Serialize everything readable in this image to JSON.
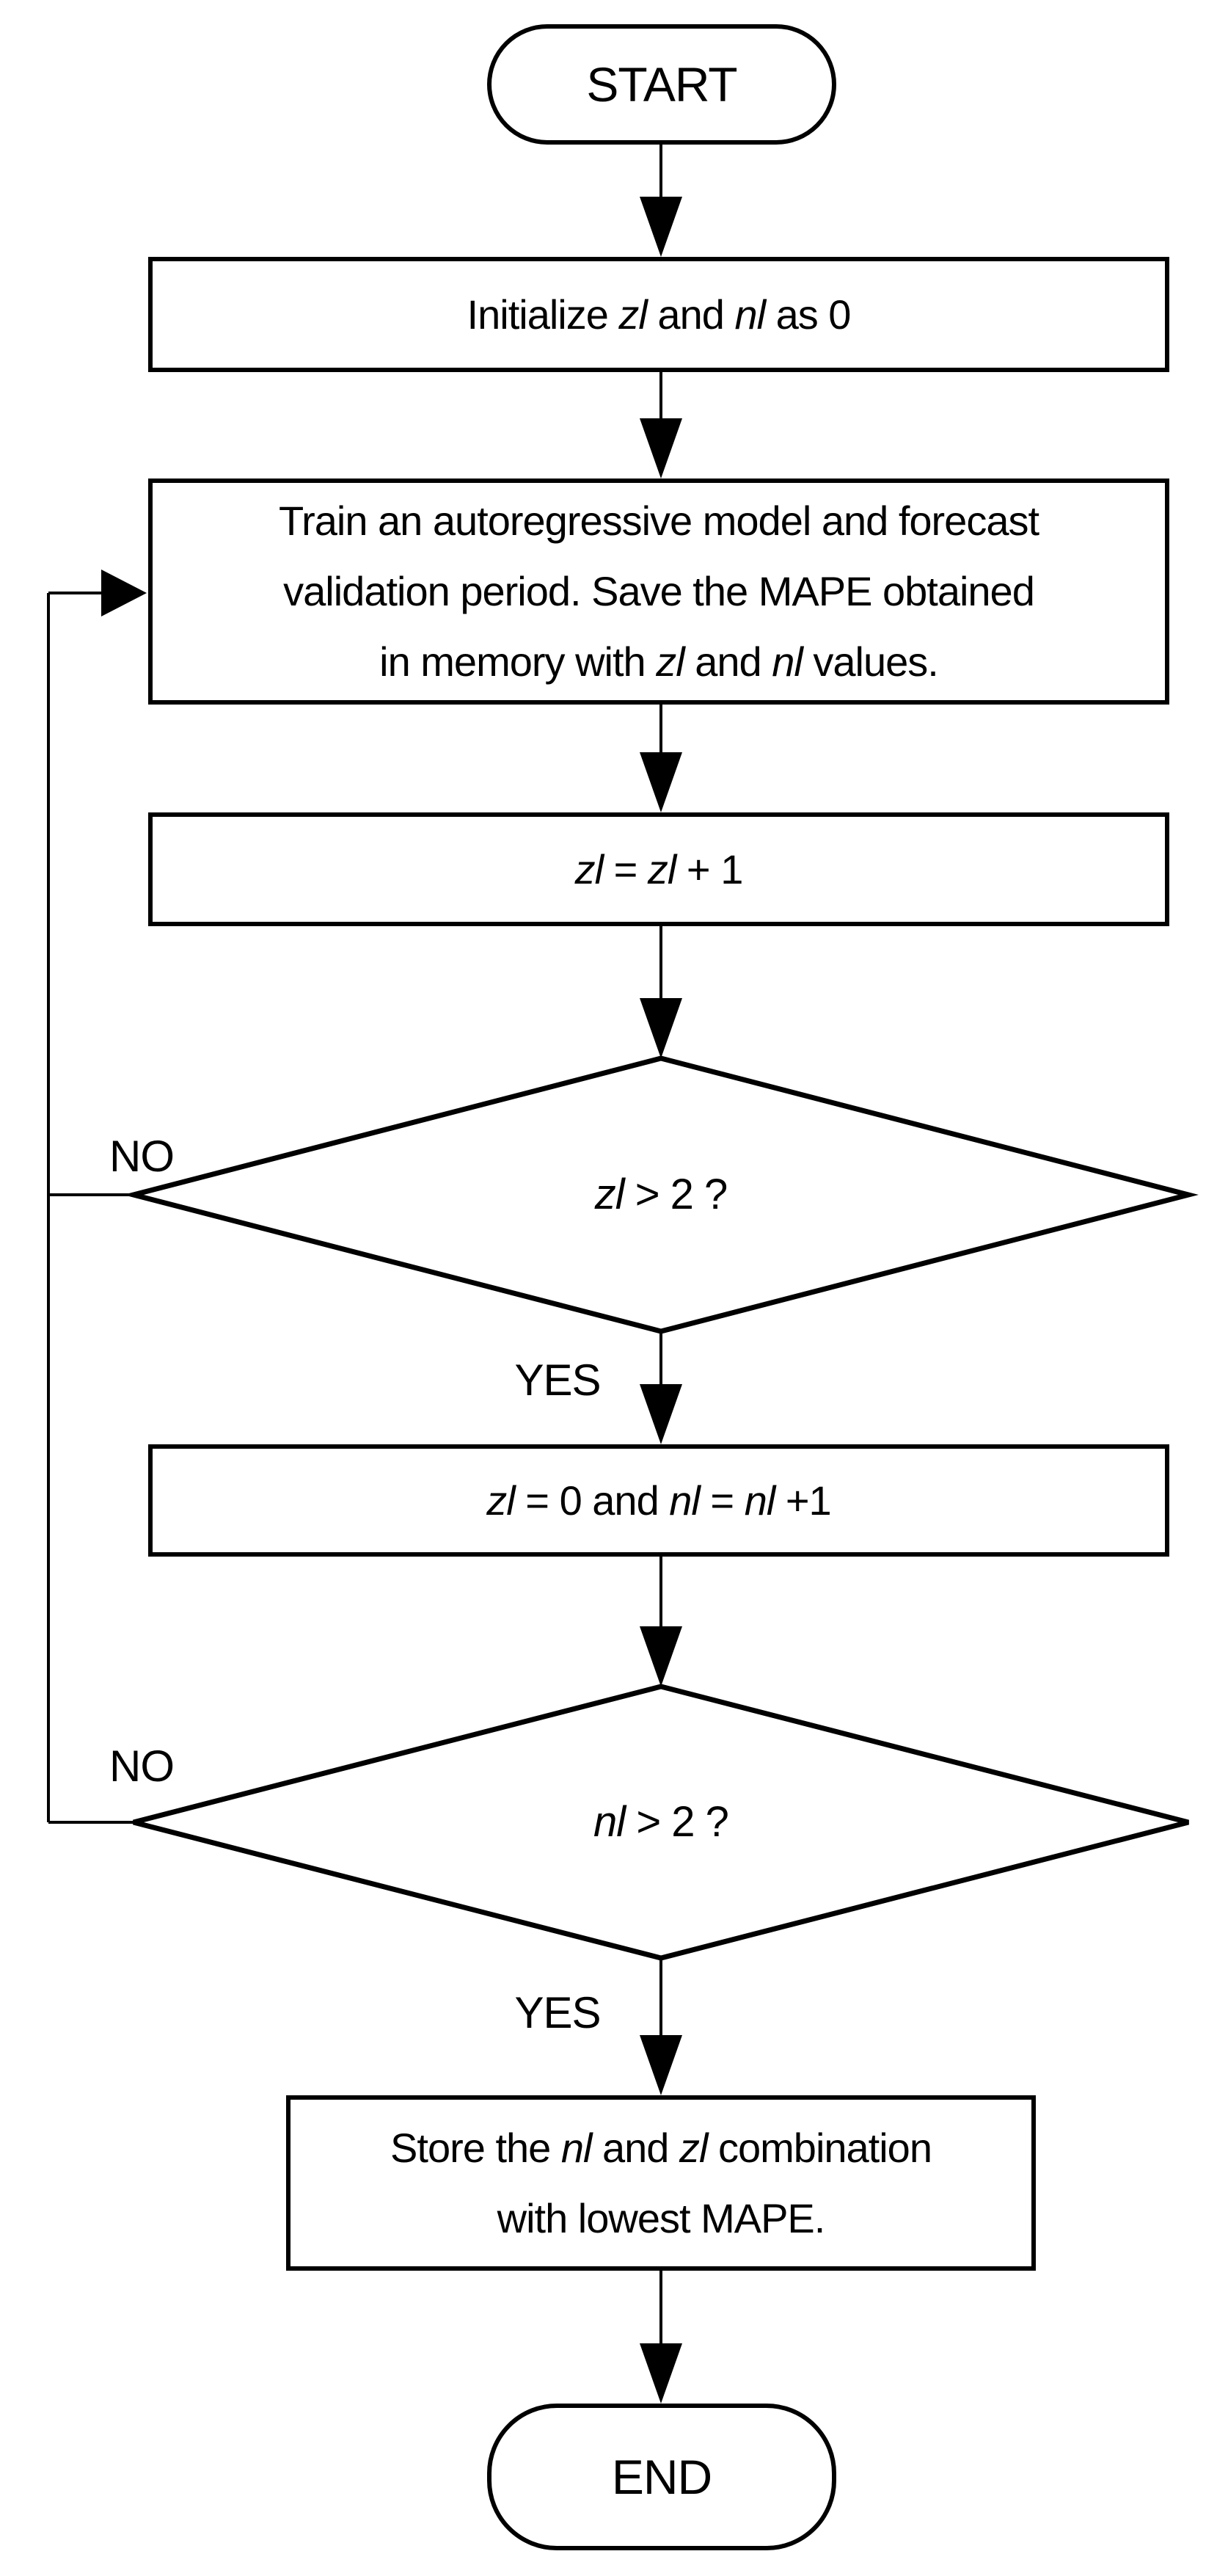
{
  "flowchart": {
    "background": "#ffffff",
    "ink_color": "#000000",
    "nodes": {
      "start": {
        "type": "terminator",
        "label": "START"
      },
      "initialize": {
        "type": "process",
        "lines": [
          [
            {
              "t": "Initialize ",
              "i": false
            },
            {
              "t": "zl",
              "i": true
            },
            {
              "t": " and ",
              "i": false
            },
            {
              "t": "nl",
              "i": true
            },
            {
              "t": " as 0",
              "i": false
            }
          ]
        ]
      },
      "train": {
        "type": "process",
        "lines": [
          [
            {
              "t": "Train an autoregressive model and forecast",
              "i": false
            }
          ],
          [
            {
              "t": "validation period. Save the MAPE obtained",
              "i": false
            }
          ],
          [
            {
              "t": "in memory with ",
              "i": false
            },
            {
              "t": "zl",
              "i": true
            },
            {
              "t": " and ",
              "i": false
            },
            {
              "t": "nl",
              "i": true
            },
            {
              "t": " values.",
              "i": false
            }
          ]
        ]
      },
      "increment_zl": {
        "type": "process",
        "lines": [
          [
            {
              "t": "zl",
              "i": true
            },
            {
              "t": " = ",
              "i": false
            },
            {
              "t": "zl",
              "i": true
            },
            {
              "t": " + 1",
              "i": false
            }
          ]
        ]
      },
      "decision_zl": {
        "type": "decision",
        "lines": [
          [
            {
              "t": "zl",
              "i": true
            },
            {
              "t": " > 2 ?",
              "i": false
            }
          ]
        ]
      },
      "reset_zl_increment_nl": {
        "type": "process",
        "lines": [
          [
            {
              "t": "zl",
              "i": true
            },
            {
              "t": " = 0 and ",
              "i": false
            },
            {
              "t": "nl",
              "i": true
            },
            {
              "t": " = ",
              "i": false
            },
            {
              "t": "nl",
              "i": true
            },
            {
              "t": " +1",
              "i": false
            }
          ]
        ]
      },
      "decision_nl": {
        "type": "decision",
        "lines": [
          [
            {
              "t": "nl",
              "i": true
            },
            {
              "t": " > 2 ?",
              "i": false
            }
          ]
        ]
      },
      "store": {
        "type": "process",
        "lines": [
          [
            {
              "t": "Store the ",
              "i": false
            },
            {
              "t": "nl",
              "i": true
            },
            {
              "t": " and ",
              "i": false
            },
            {
              "t": "zl",
              "i": true
            },
            {
              "t": " combination",
              "i": false
            }
          ],
          [
            {
              "t": "with lowest MAPE.",
              "i": false
            }
          ]
        ]
      },
      "end": {
        "type": "terminator",
        "label": "END"
      }
    },
    "edge_labels": {
      "no1": "NO",
      "yes1": "YES",
      "no2": "NO",
      "yes2": "YES"
    }
  }
}
